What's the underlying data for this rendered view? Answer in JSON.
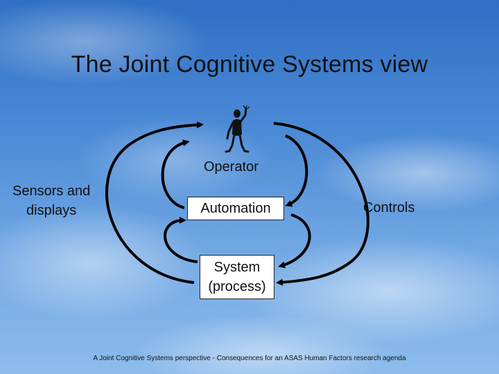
{
  "slide": {
    "title": "The Joint Cognitive Systems view",
    "footer": "A Joint Cognitive Systems perspective - Consequences for an ASAS Human Factors research agenda"
  },
  "diagram": {
    "operator": {
      "label": "Operator",
      "icon": "person-waving-icon"
    },
    "sensors": {
      "line1": "Sensors and",
      "line2": "displays"
    },
    "automation": {
      "label": "Automation"
    },
    "controls": {
      "label": "Controls"
    },
    "system": {
      "line1": "System",
      "line2": "(process)"
    }
  },
  "colors": {
    "arrow": "#000000",
    "box_fill": "#ffffff",
    "text": "#111111"
  }
}
